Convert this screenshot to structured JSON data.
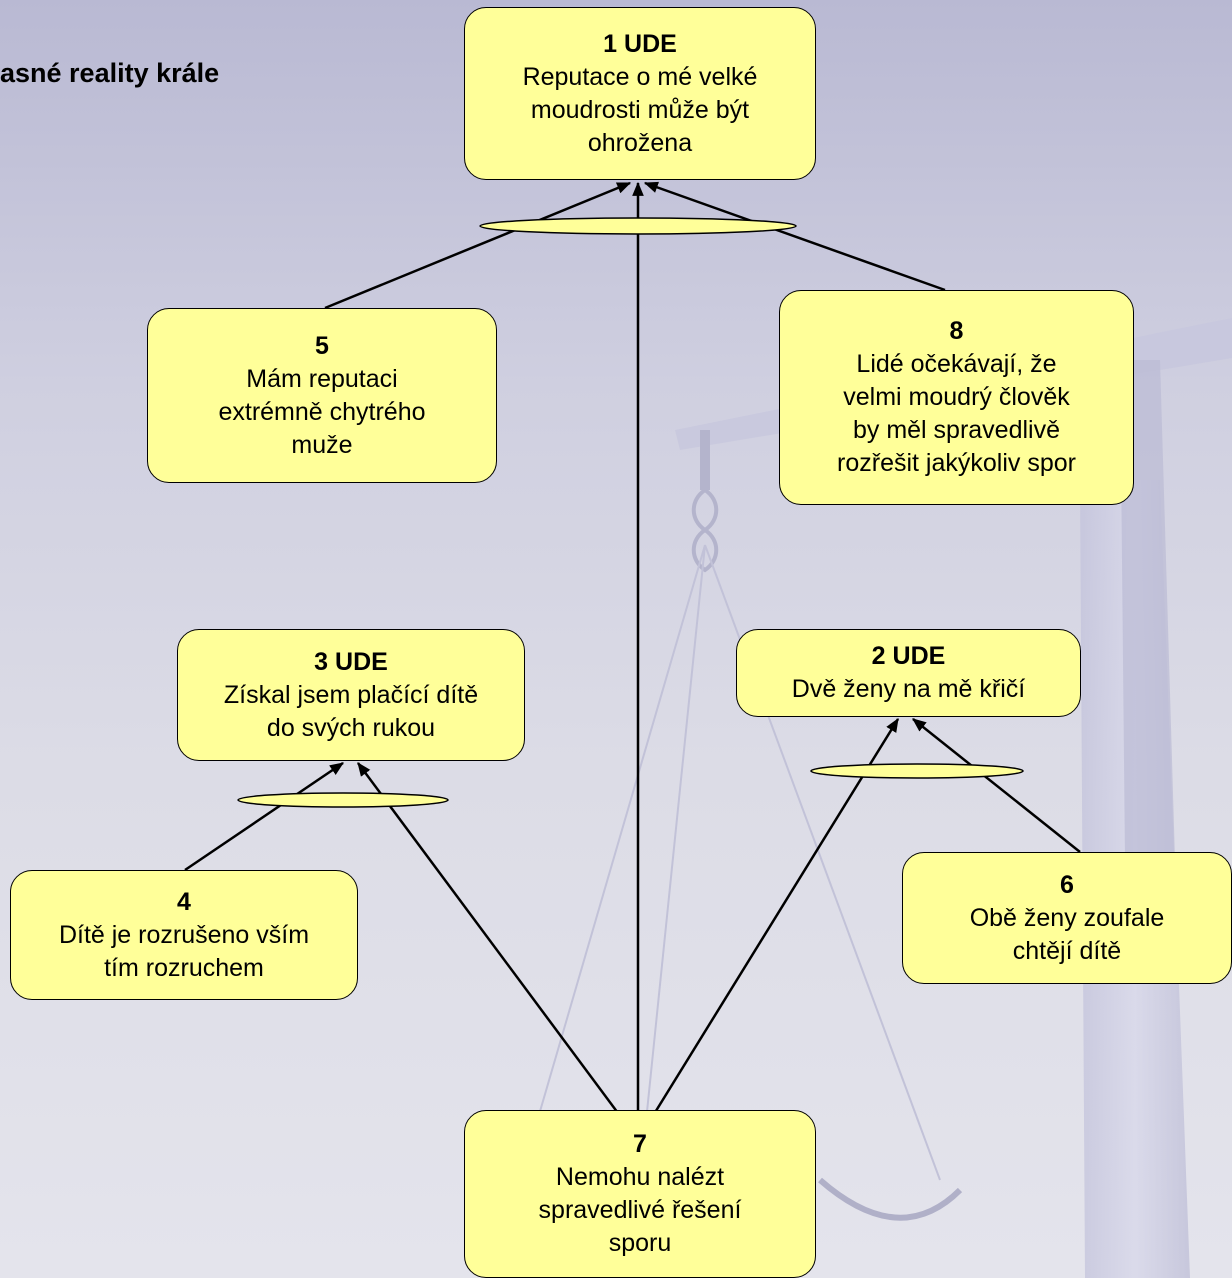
{
  "title": "asné reality krále",
  "colors": {
    "node_fill": "#ffff99",
    "node_border": "#000000",
    "ellipse_fill": "#ffff99",
    "arrow": "#000000"
  },
  "nodes": {
    "n1": {
      "num": "1 UDE",
      "text": "Reputace o mé velké\nmoudrosti může být\nohrožena"
    },
    "n2": {
      "num": "2 UDE",
      "text": "Dvě ženy na mě křičí"
    },
    "n3": {
      "num": "3 UDE",
      "text": "Získal jsem plačící dítě\ndo svých rukou"
    },
    "n4": {
      "num": "4",
      "text": "Dítě je rozrušeno vším\ntím rozruchem"
    },
    "n5": {
      "num": "5",
      "text": "Mám reputaci\nextrémně chytrého\nmuže"
    },
    "n6": {
      "num": "6",
      "text": "Obě ženy zoufale\nchtějí dítě"
    },
    "n7": {
      "num": "7",
      "text": "Nemohu nalézt\nspravedlivé řešení\nsporu"
    },
    "n8": {
      "num": "8",
      "text": "Lidé očekávají, že\nvelmi moudrý člověk\nby měl spravedlivě\nrozřešit jakýkoliv spor"
    }
  }
}
